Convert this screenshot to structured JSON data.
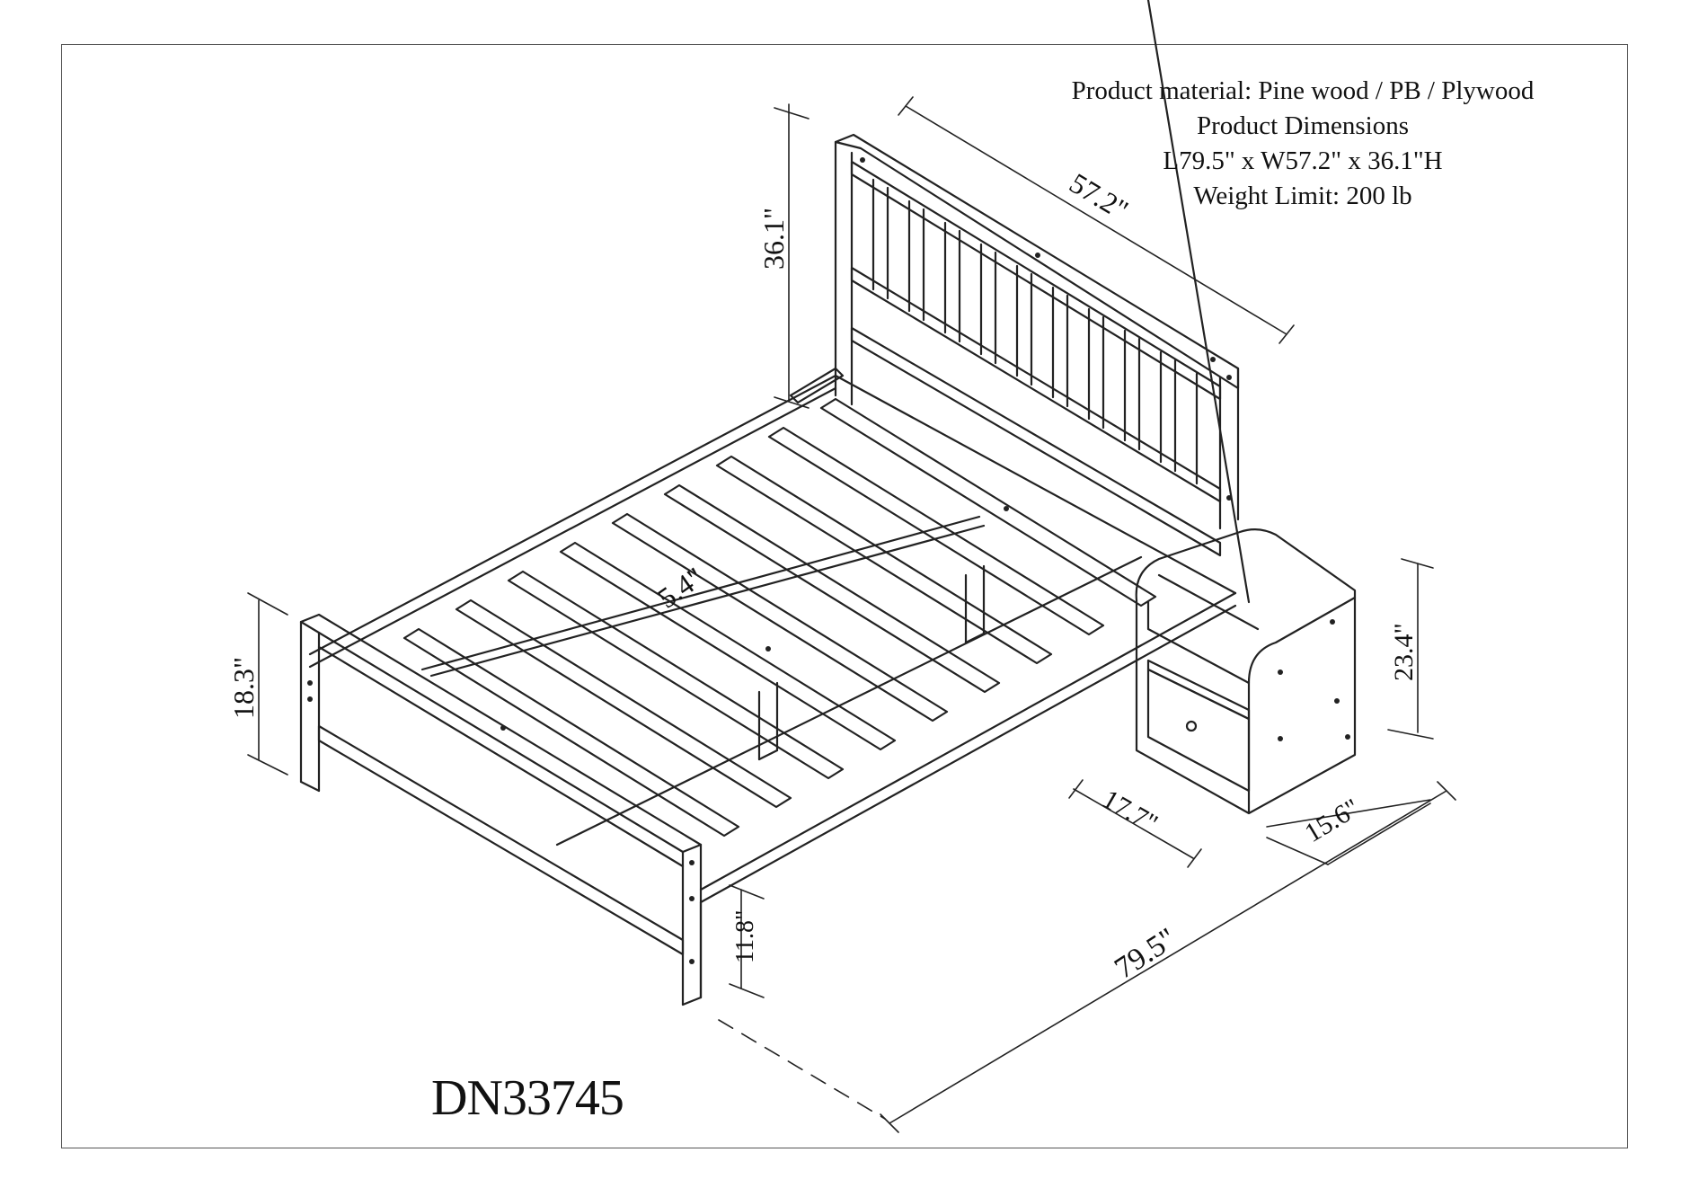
{
  "specs": {
    "material": "Product material: Pine wood / PB / Plywood",
    "dimensions_title": "Product Dimensions",
    "dimensions": "L79.5\" x W57.2\" x 36.1\"H",
    "weight_limit": "Weight Limit: 200 lb"
  },
  "model_number": "DN33745",
  "dimension_labels": {
    "headboard_height": "36.1\"",
    "headboard_width": "57.2\"",
    "footboard_height": "18.3\"",
    "slat_spacing": "5.4\"",
    "clearance_height": "11.8\"",
    "bed_length": "79.5\"",
    "nightstand_height": "23.4\"",
    "nightstand_width": "17.7\"",
    "nightstand_depth": "15.6\""
  }
}
